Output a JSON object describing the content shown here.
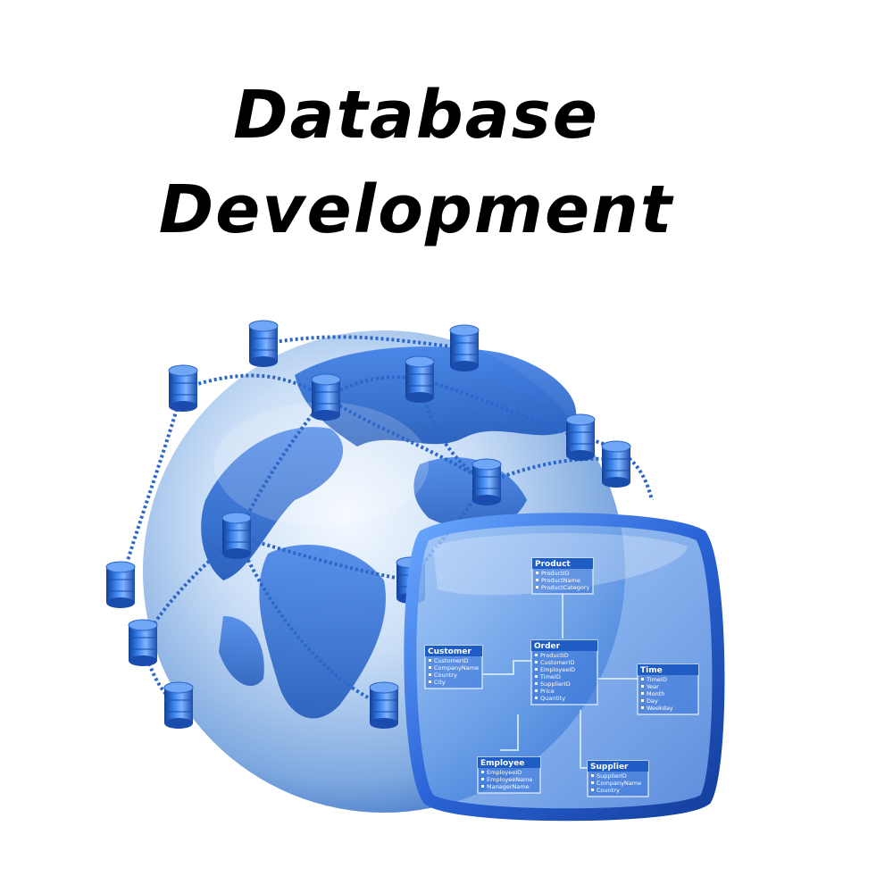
{
  "title": {
    "line1": "Database",
    "line2": "Development"
  },
  "diagram": {
    "tables": [
      {
        "name": "Product",
        "fields": [
          "ProductID",
          "ProductName",
          "ProductCategory"
        ]
      },
      {
        "name": "Order",
        "fields": [
          "ProductID",
          "CustomerID",
          "EmployeeID",
          "TimeID",
          "SupplierID",
          "Price",
          "Quantity"
        ]
      },
      {
        "name": "Customer",
        "fields": [
          "CustomerID",
          "CompanyName",
          "Country",
          "City"
        ]
      },
      {
        "name": "Time",
        "fields": [
          "TimeID",
          "Year",
          "Month",
          "Day",
          "Weekday"
        ]
      },
      {
        "name": "Employee",
        "fields": [
          "EmployeeID",
          "EmployeeName",
          "ManagerName"
        ]
      },
      {
        "name": "Supplier",
        "fields": [
          "SupplierID",
          "CompanyName",
          "Country"
        ]
      }
    ]
  },
  "colors": {
    "title": "#000000",
    "globe_light": "#dbe9f8",
    "globe_dark": "#1f5fc7",
    "accent": "#2f6fe0"
  }
}
